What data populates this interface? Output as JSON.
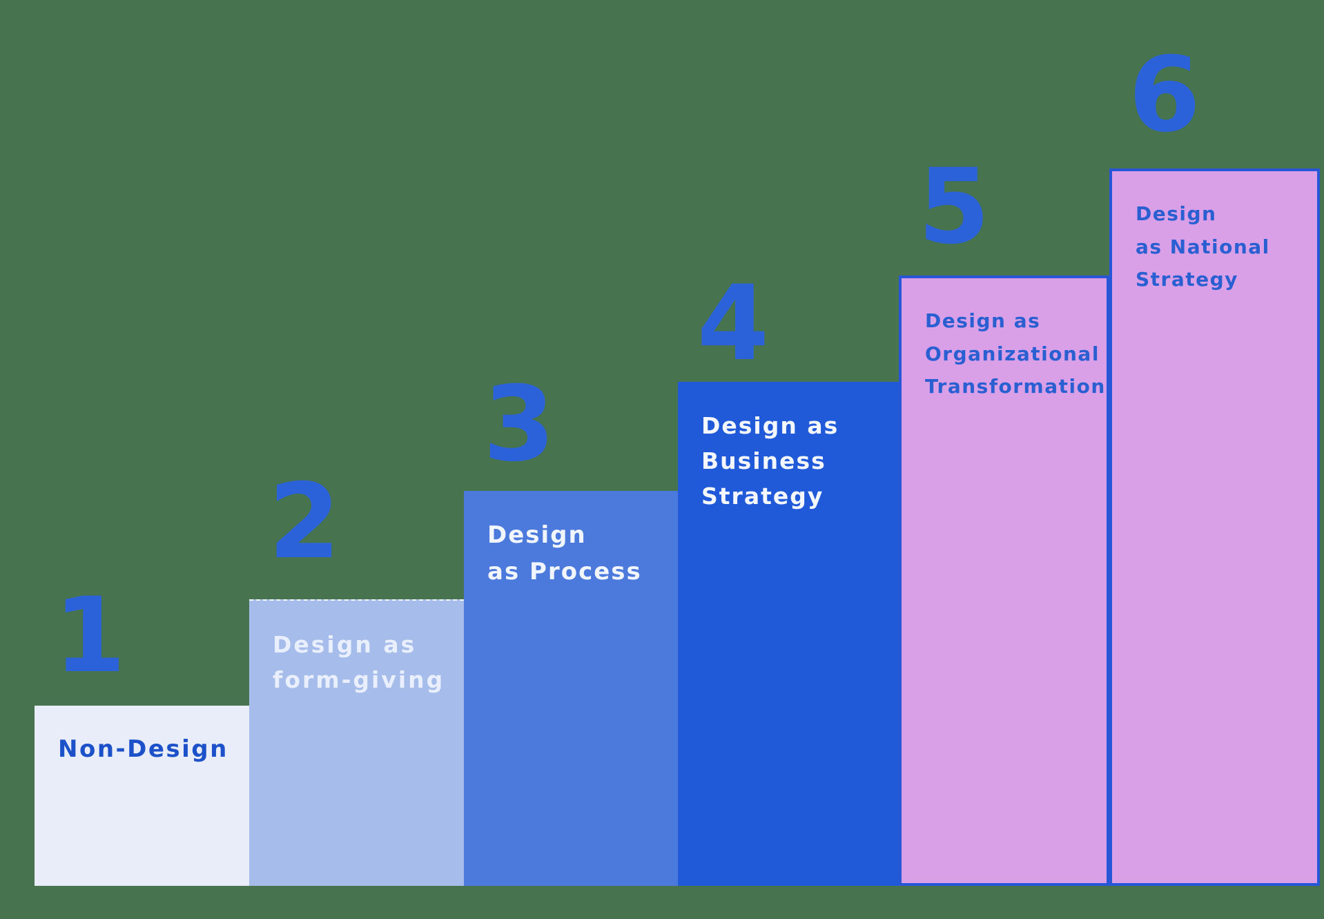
{
  "diagram": {
    "kind": "design-ladder-staircase",
    "colors": {
      "background": "#47734E",
      "number": "#2B62D9",
      "pink_step_border": "#2757D6"
    },
    "steps": [
      {
        "number": "1",
        "label_lines": [
          "Non-Design"
        ],
        "fill": "#E8EDF9",
        "text_color": "#1C51C9"
      },
      {
        "number": "2",
        "label_lines": [
          "Design as",
          "form-giving"
        ],
        "fill": "#A6BCEA",
        "text_color": "#E9EFFC"
      },
      {
        "number": "3",
        "label_lines": [
          "Design",
          "as Process"
        ],
        "fill": "#4B79DC",
        "text_color": "#F1F5FD"
      },
      {
        "number": "4",
        "label_lines": [
          "Design as",
          "Business",
          "Strategy"
        ],
        "fill": "#215AD8",
        "text_color": "#F4F8FE"
      },
      {
        "number": "5",
        "label_lines": [
          "Design as",
          "Organizational",
          "Transformation"
        ],
        "fill": "#D9A0E8",
        "text_color": "#2A5FD2",
        "border": "#2757D6"
      },
      {
        "number": "6",
        "label_lines": [
          "Design",
          "as National",
          "Strategy"
        ],
        "fill": "#D9A0E8",
        "text_color": "#2A5FD2",
        "border": "#2757D6"
      }
    ]
  }
}
